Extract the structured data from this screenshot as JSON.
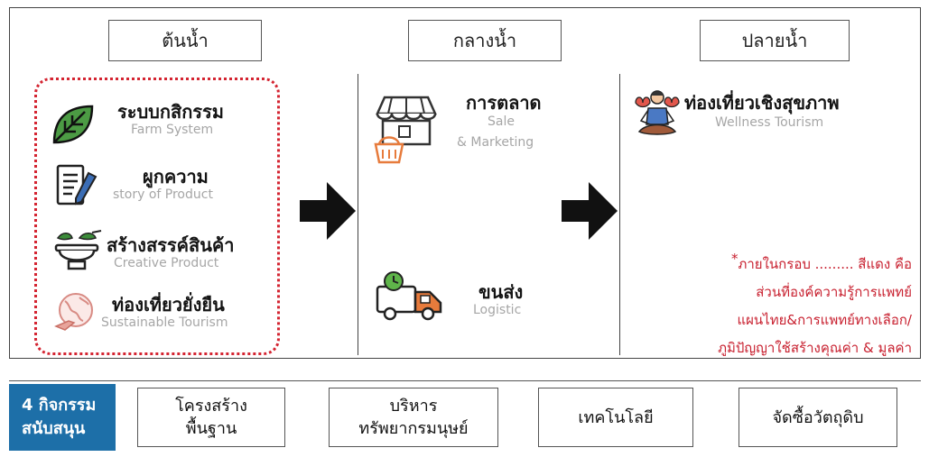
{
  "stages": {
    "upstream": "ต้นน้ำ",
    "midstream": "กลางน้ำ",
    "downstream": "ปลายน้ำ"
  },
  "upstream_items": [
    {
      "title": "ระบบกสิกรรม",
      "subtitle": "Farm System",
      "icon": "leaf-icon"
    },
    {
      "title": "ผูกความ",
      "subtitle": "story of Product",
      "icon": "document-pen-icon"
    },
    {
      "title": "สร้างสรรค์สินค้า",
      "subtitle": "Creative Product",
      "icon": "mortar-herb-icon"
    },
    {
      "title": "ท่องเที่ยวยั่งยืน",
      "subtitle": "Sustainable Tourism",
      "icon": "globe-plane-icon"
    }
  ],
  "midstream_items": [
    {
      "title": "การตลาด",
      "subtitle_line1": "Sale",
      "subtitle_line2": "& Marketing",
      "icon": "shop-basket-icon"
    },
    {
      "title": "ขนส่ง",
      "subtitle": "Logistic",
      "icon": "delivery-truck-icon"
    }
  ],
  "downstream_items": [
    {
      "title": "ท่องเที่ยวเชิงสุขภาพ",
      "subtitle": "Wellness Tourism",
      "icon": "meditation-icon"
    }
  ],
  "note": {
    "star": "*",
    "line1": "ภายในกรอบ ......... สีแดง คือ",
    "line2": "ส่วนที่องค์ความรู้การแพทย์",
    "line3": "แผนไทย&การแพทย์ทางเลือก/",
    "line4": "ภูมิปัญญาใช้สร้างคุณค่า & มูลค่า"
  },
  "support": {
    "badge_line1": "4 กิจกรรม",
    "badge_line2": "สนับสนุน",
    "activities": [
      {
        "line1": "โครงสร้าง",
        "line2": "พื้นฐาน"
      },
      {
        "line1": "บริหาร",
        "line2": "ทรัพยากรมนุษย์"
      },
      {
        "line1": "เทคโนโลยี",
        "line2": ""
      },
      {
        "line1": "จัดซื้อวัตถุดิบ",
        "line2": ""
      }
    ]
  },
  "colors": {
    "accent_blue": "#1d6fa8",
    "note_red": "#c8202f",
    "dotted_red": "#d42431",
    "arrow": "#111111",
    "leaf_green": "#3c8c3a",
    "shop_orange": "#e77b3c"
  }
}
